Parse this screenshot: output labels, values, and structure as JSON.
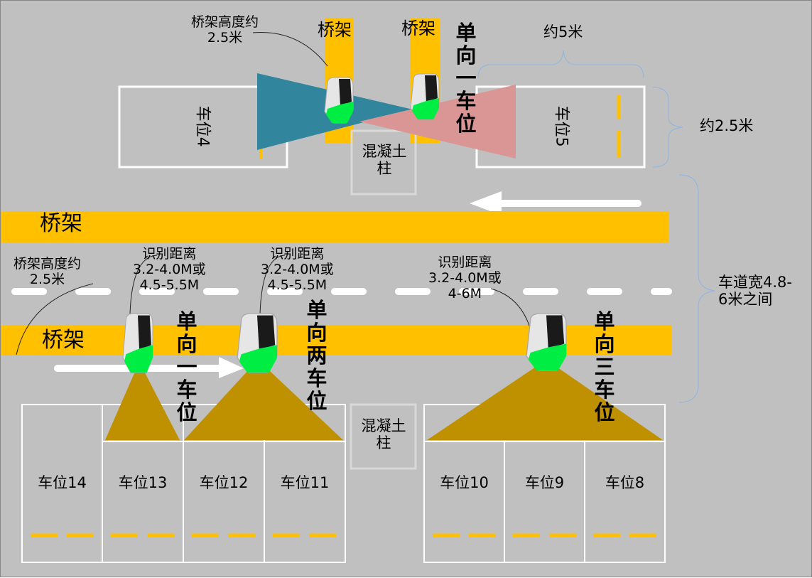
{
  "colors": {
    "background": "#c0c0c0",
    "tray": "#ffc000",
    "teal": "#31859c",
    "pink": "#d99694",
    "brown": "#bf9000",
    "sensor_light": "#00ee44"
  },
  "top": {
    "tray_height_note": "桥架高度约\n2.5米",
    "tray_label_1": "桥架",
    "tray_label_2": "桥架",
    "mode_label": "单向一车位",
    "spot_4": "车位4",
    "spot_5": "车位5",
    "column": "混凝土\n柱",
    "width_note": "约5米",
    "depth_note": "约2.5米"
  },
  "middle": {
    "tray_label": "桥架",
    "tray_height_note": "桥架高度约\n2.5米",
    "lane_width_note": "车道宽4.8-\n6米之间"
  },
  "bottom": {
    "tray_label": "桥架",
    "range_notes": [
      "识别距离\n3.2-4.0M或\n4.5-5.5M",
      "识别距离\n3.2-4.0M或\n4.5-5.5M",
      "识别距离\n3.2-4.0M或\n4-6M"
    ],
    "mode_labels": [
      "单向一车位",
      "单向两车位",
      "单向三车位"
    ],
    "column": "混凝土\n柱",
    "spots": [
      "车位14",
      "车位13",
      "车位12",
      "车位11",
      "车位10",
      "车位9",
      "车位8"
    ]
  }
}
